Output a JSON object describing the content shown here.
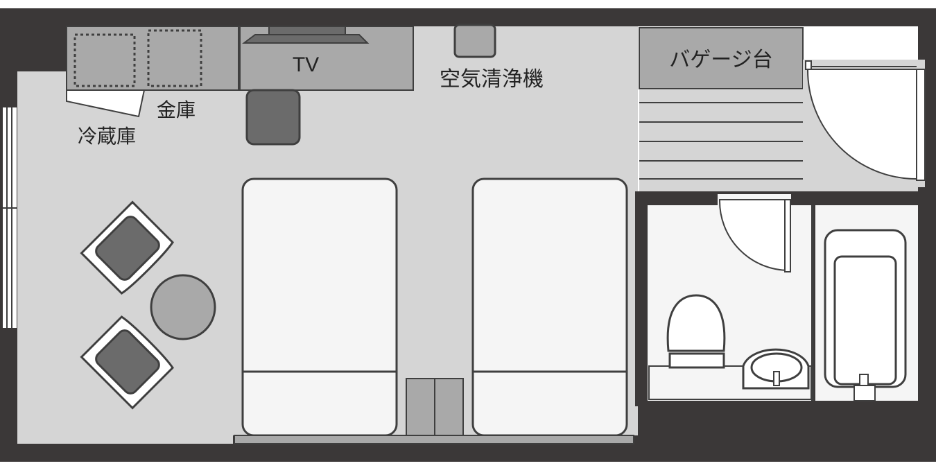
{
  "labels": {
    "tv": "TV",
    "air_purifier": "空気清浄機",
    "luggage_rack": "バゲージ台",
    "safe": "金庫",
    "fridge": "冷蔵庫"
  },
  "colors": {
    "wall": "#3b3838",
    "floor": "#d5d5d5",
    "furniture": "#a9a9a9",
    "chair_seat": "#6b6b6b",
    "outline": "#3f3f3f",
    "bed": "#f5f5f5",
    "bathroom_floor": "#f5f5f5"
  }
}
